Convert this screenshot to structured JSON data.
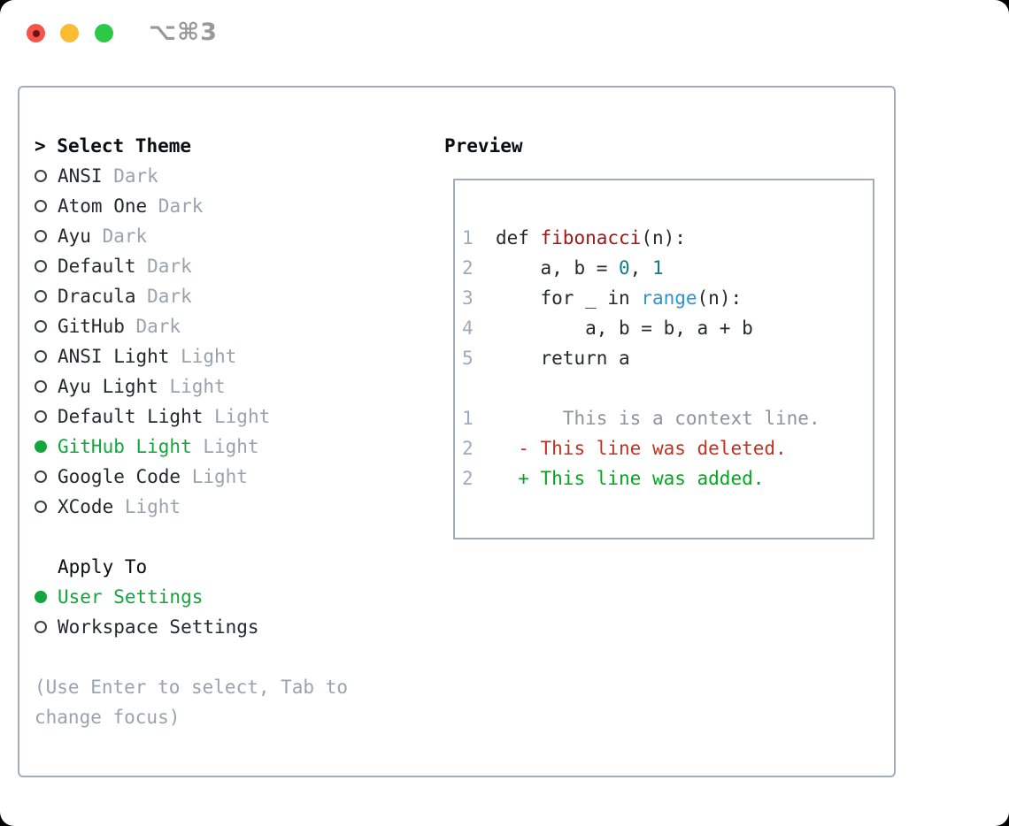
{
  "window": {
    "title": "⌥⌘3",
    "traffic_lights": [
      "close-button",
      "minimize-button",
      "zoom-button"
    ]
  },
  "theme_picker": {
    "header": {
      "prefix": "> ",
      "label": "Select Theme"
    },
    "themes": [
      {
        "name": "ANSI",
        "variant": "Dark",
        "selected": false
      },
      {
        "name": "Atom One",
        "variant": "Dark",
        "selected": false
      },
      {
        "name": "Ayu",
        "variant": "Dark",
        "selected": false
      },
      {
        "name": "Default",
        "variant": "Dark",
        "selected": false
      },
      {
        "name": "Dracula",
        "variant": "Dark",
        "selected": false
      },
      {
        "name": "GitHub",
        "variant": "Dark",
        "selected": false
      },
      {
        "name": "ANSI Light",
        "variant": "Light",
        "selected": false
      },
      {
        "name": "Ayu Light",
        "variant": "Light",
        "selected": false
      },
      {
        "name": "Default Light",
        "variant": "Light",
        "selected": false
      },
      {
        "name": "GitHub Light",
        "variant": "Light",
        "selected": true
      },
      {
        "name": "Google Code",
        "variant": "Light",
        "selected": false
      },
      {
        "name": "XCode",
        "variant": "Light",
        "selected": false
      }
    ],
    "apply_to": {
      "label": "Apply To",
      "options": [
        {
          "name": "User Settings",
          "selected": true
        },
        {
          "name": "Workspace Settings",
          "selected": false
        }
      ]
    },
    "hint_lines": [
      "(Use Enter to select, Tab to",
      "change focus)"
    ]
  },
  "preview": {
    "label": "Preview",
    "lines": [
      {
        "num": "1",
        "tokens": [
          {
            "t": "def ",
            "c": "code"
          },
          {
            "t": "fibonacci",
            "c": "func"
          },
          {
            "t": "(n):",
            "c": "code"
          }
        ]
      },
      {
        "num": "2",
        "tokens": [
          {
            "t": "    a, b = ",
            "c": "code"
          },
          {
            "t": "0",
            "c": "num"
          },
          {
            "t": ", ",
            "c": "code"
          },
          {
            "t": "1",
            "c": "num"
          }
        ]
      },
      {
        "num": "3",
        "tokens": [
          {
            "t": "    for _ in ",
            "c": "code"
          },
          {
            "t": "range",
            "c": "builtin"
          },
          {
            "t": "(n):",
            "c": "code"
          }
        ]
      },
      {
        "num": "4",
        "tokens": [
          {
            "t": "        a, b = b, a + b",
            "c": "code"
          }
        ]
      },
      {
        "num": "5",
        "tokens": [
          {
            "t": "    return a",
            "c": "code"
          }
        ]
      },
      {
        "num": "",
        "tokens": []
      },
      {
        "num": "1",
        "tokens": [
          {
            "t": "      This is a context line.",
            "c": "ctx"
          }
        ]
      },
      {
        "num": "2",
        "tokens": [
          {
            "t": "  - This line was deleted.",
            "c": "del"
          }
        ]
      },
      {
        "num": "2",
        "tokens": [
          {
            "t": "  + This line was added.",
            "c": "add"
          }
        ]
      }
    ]
  },
  "colors": {
    "accent_green": "#12a63c",
    "diff_deleted_red": "#c3321f",
    "diff_added_green": "#00a81c",
    "function_red": "#a31616",
    "number_teal": "#0f7f81",
    "builtin_blue": "#2b95d1",
    "text": "#24292f",
    "muted_gray": "#99a3ad",
    "line_number_gray": "#9fabb8",
    "context_gray": "#8d949c",
    "border_gray": "#a3adb8",
    "title_gray": "#98989d",
    "traffic_red": "#f4544b",
    "traffic_red_dot": "#6e1410",
    "traffic_yellow": "#fbbc30",
    "traffic_green": "#2cc848"
  }
}
